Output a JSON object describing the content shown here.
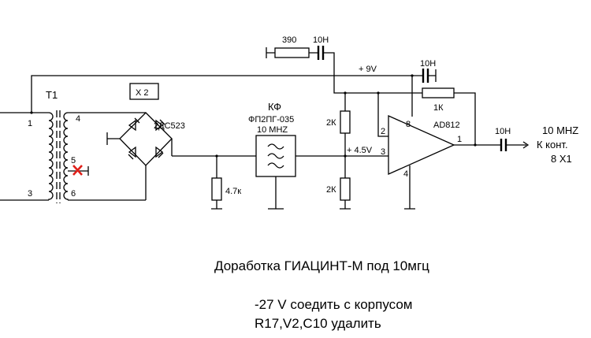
{
  "labels": {
    "t1": "T1",
    "t1_pins": [
      "1",
      "4",
      "5",
      "3",
      "6"
    ],
    "x2": "X 2",
    "bridge": "2ДС523",
    "r_load": "4.7к",
    "filter_name": "КФ",
    "filter_part": "ФП2ПГ-035",
    "filter_freq": "10  MHZ",
    "r_bias_top": "2К",
    "r_bias_bot": "2К",
    "bias_voltage": "+ 4.5V",
    "r_series": "390",
    "c_series": "10Н",
    "supply": "+ 9V",
    "c_supply": "10Н",
    "r_feedback": "1К",
    "opamp": "AD812",
    "opamp_pins": [
      "2",
      "8",
      "3",
      "1",
      "4"
    ],
    "c_output": "10Н"
  },
  "output_label": {
    "line1": "10 MHZ",
    "line2": "К конт.",
    "line3": "8  X1"
  },
  "notes": {
    "title": "Доработка ГИАЦИНТ-М   под 10мгц",
    "line1": "-27 V  соедить с корпусом",
    "line2": "R17,V2,C10 удалить"
  },
  "colors": {
    "ink": "#000000",
    "mark": "#e0201a",
    "paper": "#ffffff"
  }
}
